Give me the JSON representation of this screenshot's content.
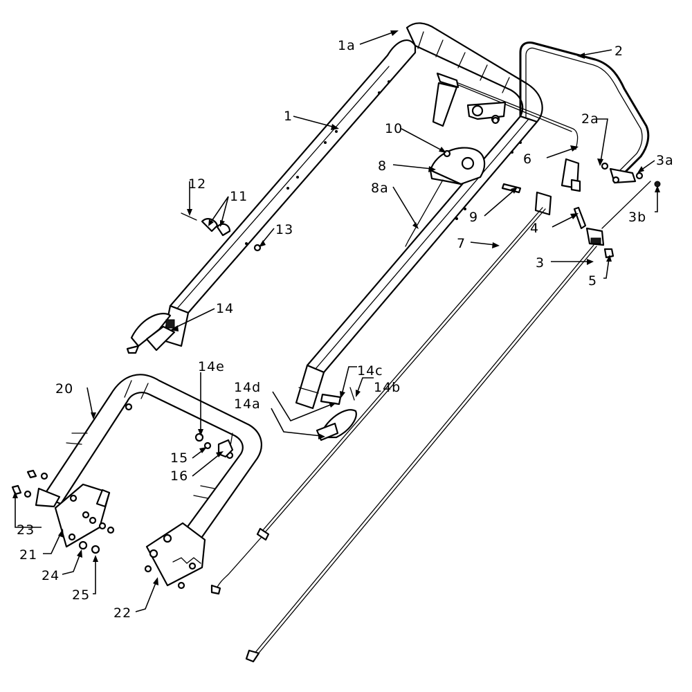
{
  "labels": {
    "p1a": "1a",
    "p1": "1",
    "p2": "2",
    "p2a": "2a",
    "p3a": "3a",
    "p3b": "3b",
    "p10": "10",
    "p8": "8",
    "p8a": "8a",
    "p6": "6",
    "p9": "9",
    "p4": "4",
    "p7": "7",
    "p3": "3",
    "p5": "5",
    "p12": "12",
    "p11": "11",
    "p13": "13",
    "p14": "14",
    "p14e": "14e",
    "p14c": "14c",
    "p14d": "14d",
    "p14b": "14b",
    "p14a": "14a",
    "p20": "20",
    "p15": "15",
    "p16": "16",
    "p23": "23",
    "p21": "21",
    "p24": "24",
    "p25": "25",
    "p22": "22"
  }
}
